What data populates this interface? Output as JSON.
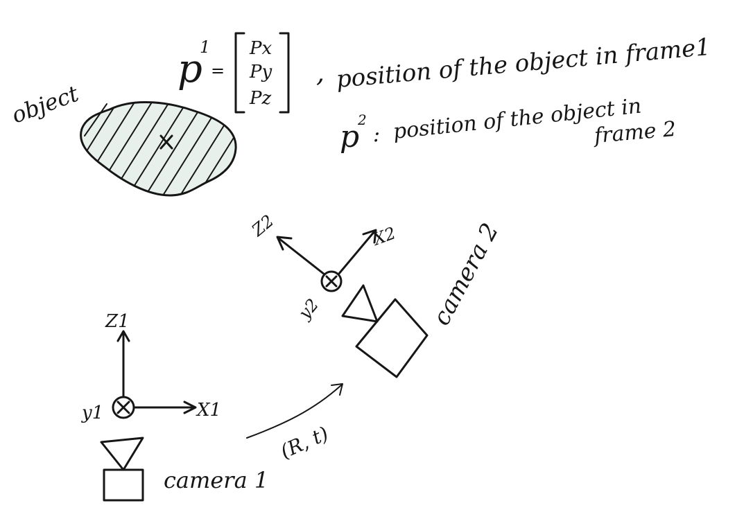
{
  "object": {
    "label": "object"
  },
  "position1": {
    "symbol": "p",
    "superscript": "1",
    "equals": "=",
    "vector": [
      "Px",
      "Py",
      "Pz"
    ],
    "comma": ",",
    "description": "position of the object in frame1"
  },
  "position2": {
    "symbol": "p",
    "superscript": "2",
    "separator": ":",
    "description_line1": "position of the object in",
    "description_line2": "frame 2"
  },
  "camera1": {
    "label": "camera 1",
    "axis_z": "Z1",
    "axis_x": "X1",
    "axis_y": "y1"
  },
  "camera2": {
    "label": "camera 2",
    "axis_z": "Z2",
    "axis_x": "X2",
    "axis_y": "y2"
  },
  "transform": {
    "label": "(R, t)"
  },
  "colors": {
    "ink": "#161616",
    "fill": "#e8f0ec",
    "background": "#ffffff"
  }
}
